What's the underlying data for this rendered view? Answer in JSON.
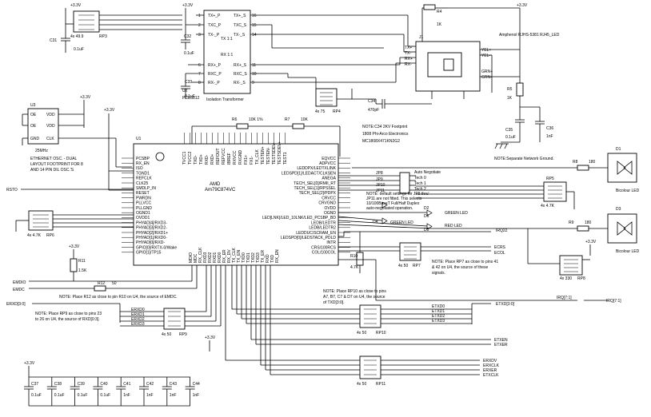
{
  "power": {
    "vcc": "+3.3V"
  },
  "u1": {
    "ref": "U1",
    "maker": "AMD",
    "part": "Am79C874VC",
    "left_pins": [
      "PCSBP",
      "RX_EN",
      "ISO",
      "TGND1",
      "REFCLK",
      "CLK25",
      "SMDLP_IN",
      "RESET",
      "PWRDN",
      "PLLVCC",
      "PLLGND",
      "OGND1",
      "OVDD1",
      "PHYAD[4]/RXD3-",
      "PHYAD[3]/RXD2-",
      "PHYAD[2]/RXD1+",
      "PHYAD[1]/RXD0-",
      "PHYAD[0]/RXD-",
      "GPIO[0]/RXTX-0/Wake",
      "GPIO[1]/TP15"
    ],
    "right_pins": [
      "EQVCC",
      "ADPVCC",
      "LEDDPX/LEDTXLINK",
      "LEDSPD[1]/LEDACT/CLKSEN",
      "ANEGA",
      "TECH_SEL[0]/RMII_RT",
      "TECH_SEL[1]/RPSSEL",
      "TECH_SEL[2]/PDPX",
      "CRVCC",
      "CRVGND",
      "OVDD",
      "OGND",
      "LED[LNK]/LED_10LNK/LED_PCSBP_BD",
      "LEDB/LEDTR",
      "LEDB/LEDTR2",
      "LEDDUC/SCRAM_EN",
      "LEDSPD[0]/LEDSTACK_PDLD",
      "INTR",
      "CRS/100RCS",
      "COL/100COL"
    ],
    "bottom_pins": [
      "MDIO",
      "MDC",
      "RX_CLK",
      "RXD3",
      "RXD2",
      "RXD1",
      "RXD0",
      "RX_ER",
      "RX_DV",
      "TX_CLK",
      "TX_EN",
      "TXD0",
      "TXD1",
      "TXD2",
      "TXD3",
      "TX_ER",
      "RXD",
      "TXD",
      "RX_EN"
    ],
    "top_pins": [
      "TVCC1",
      "TVCC2",
      "TXD-",
      "TXD+",
      "RXD-",
      "RXD+",
      "REFOUT",
      "REFVCC",
      "IBREF",
      "RXVCC",
      "RXGND",
      "FX1+",
      "FX1-",
      "TX_CLK",
      "TESTEN+",
      "TESTEN-",
      "TESTSDEV-",
      "TESTSDEV+",
      "TEST1"
    ]
  },
  "u2": {
    "ref": "U2",
    "part": "PCE6812",
    "caption": "Isolation Transformer",
    "left_pins": [
      "TX+_P",
      "TXC_P",
      "TX-_P",
      "RX+_P",
      "RXC_P",
      "RX-_P"
    ],
    "right_pins": [
      "TX+_S",
      "TXC_S",
      "TX-_S",
      "RX+_S",
      "RXC_S",
      "RX-_S"
    ],
    "center": [
      "TX 1:1",
      "RX 1:1"
    ],
    "left_nums": [
      "1",
      "2",
      "3",
      "6",
      "7",
      "8"
    ],
    "right_nums": [
      "16",
      "15",
      "14",
      "11",
      "10",
      "9"
    ]
  },
  "u3": {
    "ref": "U3",
    "left_pins": [
      "OE",
      "OE",
      "GND"
    ],
    "right_pins": [
      "VDD",
      "VDD",
      "CLK"
    ],
    "freq": "25MHz"
  },
  "j1": {
    "ref": "J1",
    "part": "Amphenol RJHS-5381 RJ45_LED",
    "pins_left": [
      "TX+",
      "TX-",
      "RX+",
      "RX-"
    ],
    "pins_right": [
      "YEL+",
      "YEL-",
      "GRN+",
      "GRN-"
    ]
  },
  "caps": [
    {
      "ref": "C31",
      "val": "0.1uF"
    },
    {
      "ref": "C32",
      "val": "0.1uF"
    },
    {
      "ref": "C33",
      "val": "0.1uF"
    },
    {
      "ref": "C34",
      "val": "470pF"
    },
    {
      "ref": "C35",
      "val": "0.1uF"
    },
    {
      "ref": "C36",
      "val": "1nF"
    }
  ],
  "bottom_caps": [
    {
      "ref": "C37",
      "val": "0.1uF"
    },
    {
      "ref": "C38",
      "val": "0.1uF"
    },
    {
      "ref": "C39",
      "val": "0.1uF"
    },
    {
      "ref": "C40",
      "val": "0.1uF"
    },
    {
      "ref": "C41",
      "val": "1nF"
    },
    {
      "ref": "C42",
      "val": "1nF"
    },
    {
      "ref": "C43",
      "val": "1nF"
    },
    {
      "ref": "C44",
      "val": "1nF"
    }
  ],
  "resistors": {
    "r4": {
      "ref": "R4",
      "val": "1K"
    },
    "r5": {
      "ref": "R5",
      "val": "1K"
    },
    "r6": {
      "ref": "R6",
      "val": "10K 1%"
    },
    "r7": {
      "ref": "R7",
      "val": "10K"
    },
    "r8": {
      "ref": "R8",
      "val": "180"
    },
    "r9": {
      "ref": "R9",
      "val": "180"
    },
    "r10": {
      "ref": "R10",
      "val": "4.7K"
    },
    "r11": {
      "ref": "R11",
      "val": "1.5K"
    },
    "r12": {
      "ref": "R12",
      "val": "50"
    }
  },
  "rpacks": {
    "rp3": {
      "ref": "RP3",
      "val": "4x 49.9"
    },
    "rp4": {
      "ref": "RP4",
      "val": "4x 75"
    },
    "rp5": {
      "ref": "RP5",
      "val": "4x 4.7K"
    },
    "rp6": {
      "ref": "RP6",
      "val": "4x 4.7K"
    },
    "rp7": {
      "ref": "RP7",
      "val": "4x 50"
    },
    "rp8": {
      "ref": "RP8",
      "val": "4x 330"
    },
    "rp9": {
      "ref": "RP9",
      "val": "4x 50"
    },
    "rp10": {
      "ref": "RP10",
      "val": "4x 50"
    },
    "rp11": {
      "ref": "RP11",
      "val": "4x 50"
    }
  },
  "leds": {
    "d1": {
      "ref": "D1",
      "caption": "Bicolour LED"
    },
    "d3": {
      "ref": "D3",
      "caption": "Bicolour LED"
    },
    "d2": {
      "ref": "D2",
      "label": "GREEN LED"
    },
    "d4": {
      "ref": "D4",
      "label": "GREEN LED"
    },
    "d5": {
      "ref": "D5",
      "label": "RED LED"
    },
    "d6": {
      "ref": "D6",
      "label": "RED LED"
    }
  },
  "jumpers": [
    {
      "ref": "JP8",
      "label": "Auto Negotiate"
    },
    {
      "ref": "JP9",
      "label": "Tech 0"
    },
    {
      "ref": "JP10",
      "label": "Tech 1"
    },
    {
      "ref": "JP11",
      "label": "Tech 2"
    }
  ],
  "nets": {
    "rsto": "RSTO",
    "emdio": "EMDIO",
    "emdc": "EMDC",
    "erxd": "ERXD[3:0]",
    "etxd": "ETXD[3:0]",
    "ecrs": "ECRS",
    "ecol": "ECOL",
    "irq22": "IRQ22",
    "irq71": "IRQ[7:1]",
    "etxen": "ETXEN",
    "etxer": "ETXER",
    "erxdv": "ERXDV",
    "erxclk": "ERXCLK",
    "erxer": "ERXER",
    "etxclk": "ETXCLK",
    "erxd_bits": [
      "ERXD0",
      "ERXD1",
      "ERXD2",
      "ERXD3"
    ],
    "etxd_bits": [
      "ETXD0",
      "ETXD1",
      "ETXD2",
      "ETXD3"
    ]
  },
  "notes": {
    "osc": "ETHERNET OSC. - DUAL LAYOUT FOOTPRINT FOR 8 AND 14 PIN DIL OSC.'S",
    "c34": "NOTE:C34 2KV Footprint 1808 Phi-Arco Electronics MC1808X471KN2G2",
    "ground": "NOTE:Separate Network Ground.",
    "jumpers": "NOTE: default settings for JP8 thru' JP11 are not fitted. This selects 10/100BaseT Full/Half Duplex auto-negotiated operation.",
    "r12": "NOTE: Place R12 as close to pin R10 on U4, the source of EMDC.",
    "rp9": "NOTE: Place RP9 as close to pins 23 to 26 on U4, the source of RXD[0:3].",
    "rp10": "NOTE: Place RP10 as close to pins A7, B7, C7 & D7 on U4, the source of TXD[3:0].",
    "rp7": "NOTE: Place RP7 as close to pins 41 & 42 on U4, the source of these signals."
  }
}
